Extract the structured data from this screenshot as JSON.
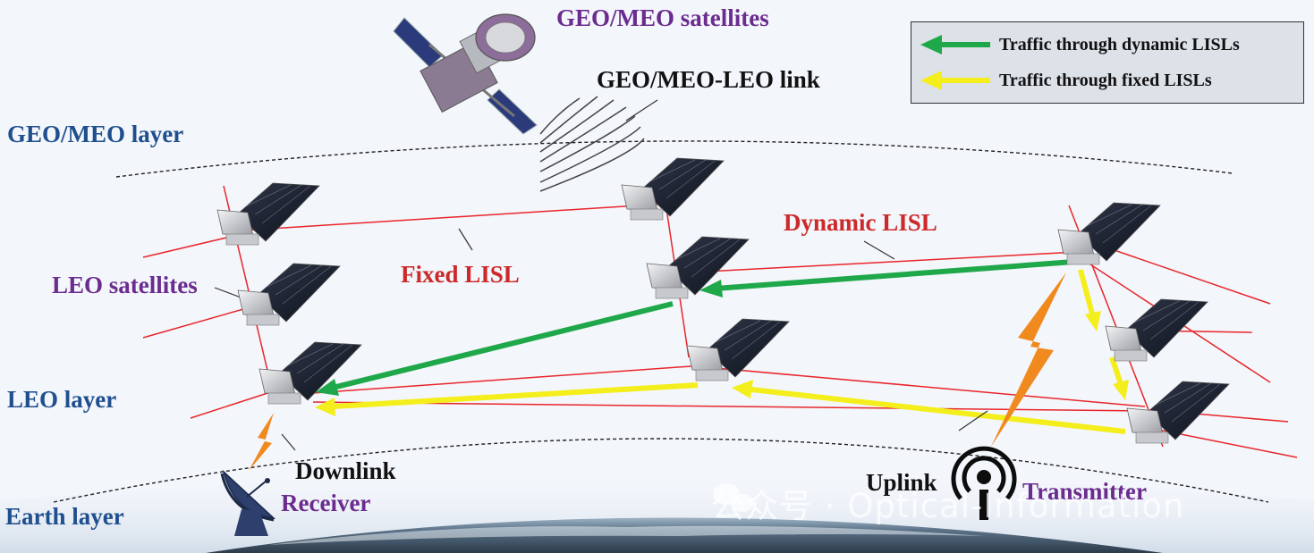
{
  "labels": {
    "geo_meo_satellites": "GEO/MEO satellites",
    "geo_meo_leo_link": "GEO/MEO-LEO link",
    "geo_meo_layer": "GEO/MEO layer",
    "leo_satellites": "LEO satellites",
    "fixed_lisl": "Fixed LISL",
    "dynamic_lisl": "Dynamic LISL",
    "leo_layer": "LEO layer",
    "earth_layer": "Earth layer",
    "downlink": "Downlink",
    "receiver": "Receiver",
    "uplink": "Uplink",
    "transmitter": "Transmitter"
  },
  "legend": {
    "dynamic": "Traffic through dynamic LISLs",
    "fixed": "Traffic through fixed LISLs"
  },
  "watermark": "公众号 · Optical-Information",
  "colors": {
    "layer_label": "#1f4f8f",
    "purple_label": "#6b2c8f",
    "lisl_red": "#e8262b",
    "dynamic_green": "#1fa84a",
    "fixed_yellow": "#f4ee1c",
    "link_orange": "#f08a1e",
    "panel_dark": "#1a1f2e",
    "legend_bg": "#dde1e8"
  }
}
